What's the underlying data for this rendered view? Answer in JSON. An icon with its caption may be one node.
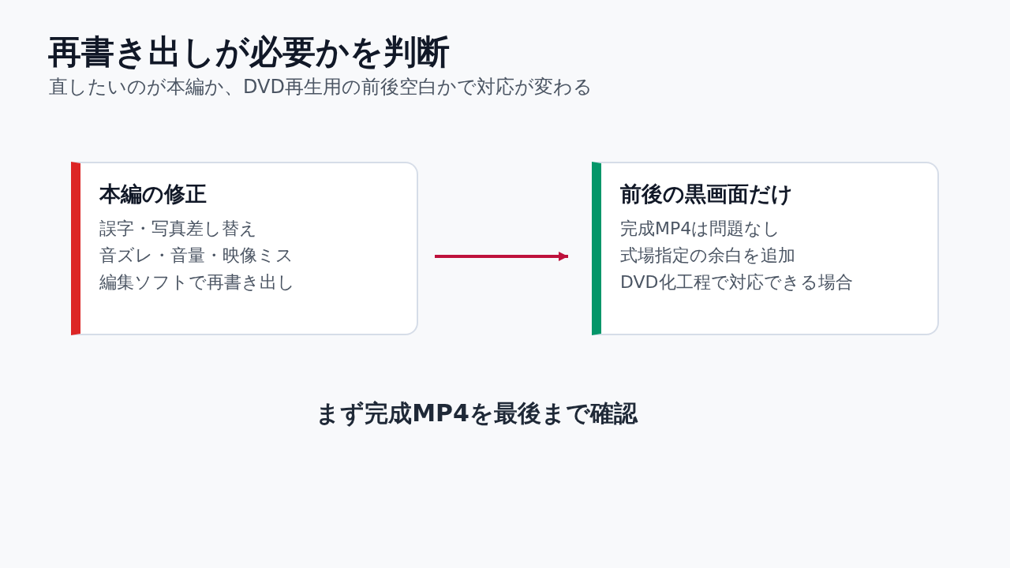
{
  "diagram": {
    "title": "再書き出しが必要かを判断",
    "nodes": [
      {
        "text": [
          "本編の修正",
          "誤字・写真差し替え",
          "音ズレ・音量・映像ミス",
          "編集ソフトで再書き出し"
        ]
      },
      {
        "text": [
          "前後の黒画面だけ",
          "完成MP4は問題なし",
          "式場指定の余白を追加",
          "DVD化工程で対応できる場合"
        ]
      }
    ],
    "edges": [
      {
        "from": 0,
        "to": 1,
        "arrow": "to"
      }
    ],
    "labels": [
      "直したいのが本編か、DVD再生用の前後空白かで対応が変わる",
      "まず完成MP4を最後まで確認"
    ]
  }
}
